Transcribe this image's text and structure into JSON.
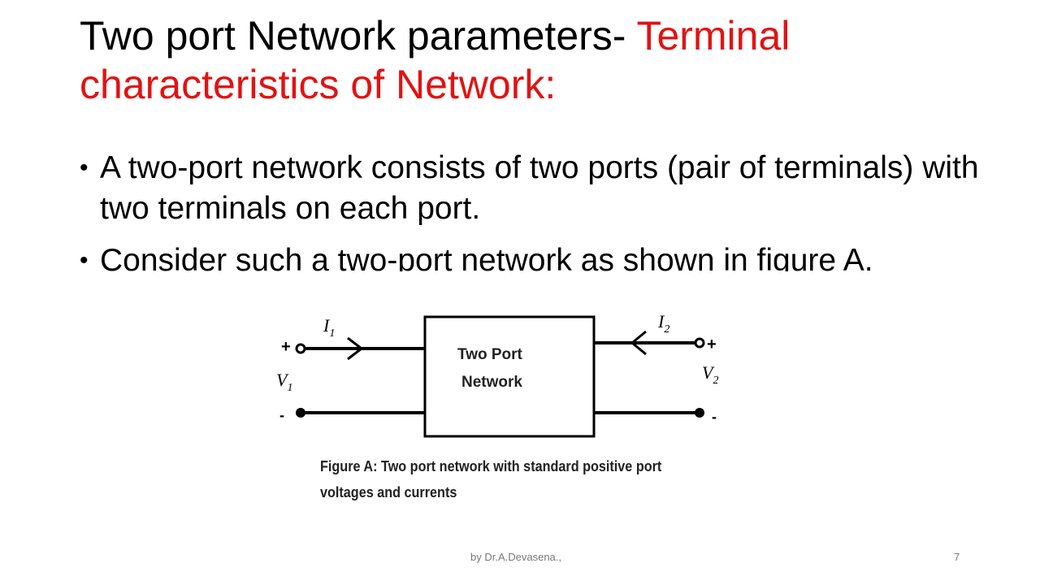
{
  "slide": {
    "title_black": "Two port Network parameters- ",
    "title_red": "Terminal characteristics of Network:",
    "bullets": [
      "A two-port network consists of two ports (pair of terminals) with two terminals on each port.",
      "Consider such a two-port network as shown in figure A."
    ]
  },
  "figure": {
    "box_label_line1": "Two Port",
    "box_label_line2": "Network",
    "i1": "I",
    "i1_sub": "1",
    "i2": "I",
    "i2_sub": "2",
    "v1": "V",
    "v1_sub": "1",
    "v2": "V",
    "v2_sub": "2",
    "plus": "+",
    "minus": "-",
    "caption_line1": "Figure A: Two port network with standard positive port",
    "caption_line2": "voltages and currents"
  },
  "footer": {
    "author": "by Dr.A.Devasena.,",
    "page_number": "7"
  },
  "colors": {
    "accent_red": "#e11313"
  }
}
